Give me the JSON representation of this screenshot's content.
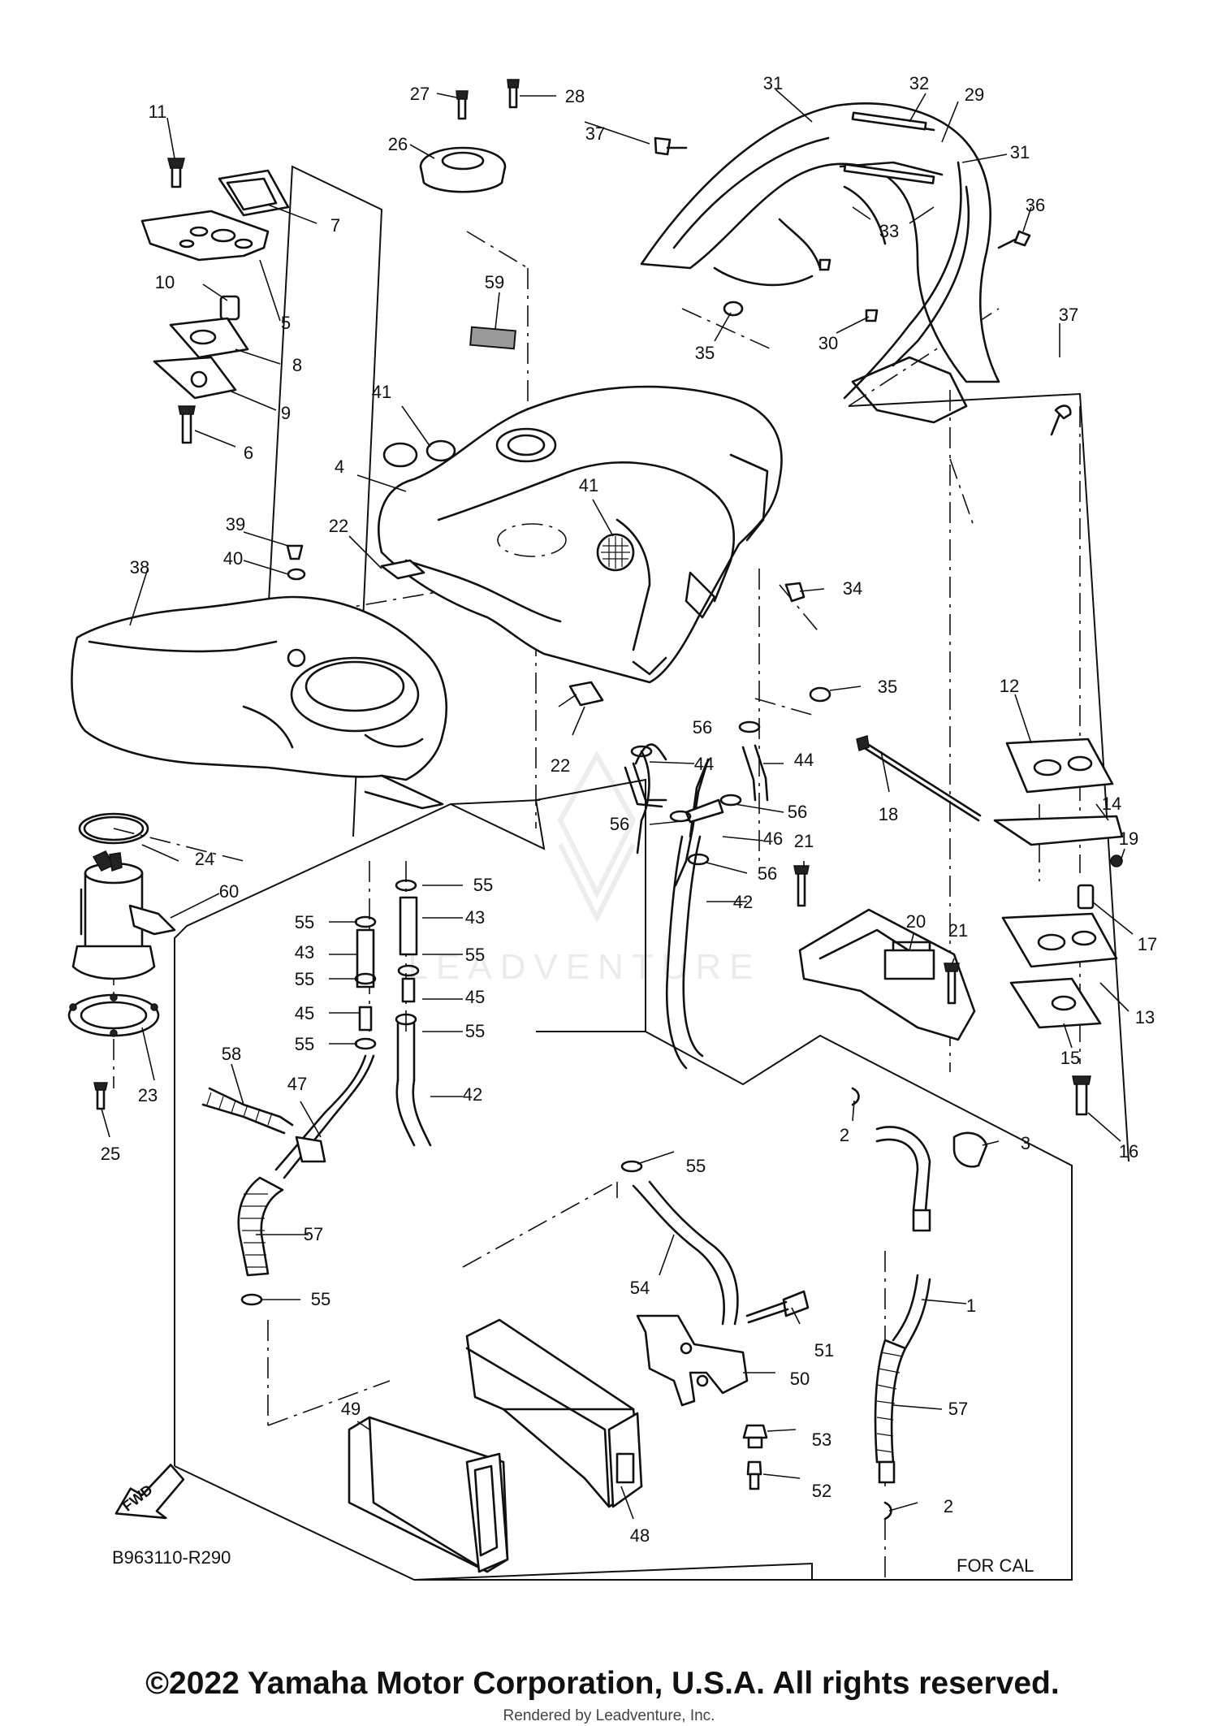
{
  "diagram": {
    "code": "B963110-R290",
    "variant_label": "FOR CAL",
    "direction_label": "FWD",
    "copyright": "©2022 Yamaha Motor Corporation, U.S.A. All rights reserved.",
    "rendered_by": "Rendered by Leadventure, Inc.",
    "watermark": "LEADVENTURE"
  },
  "callouts": [
    "1",
    "2",
    "3",
    "4",
    "5",
    "6",
    "7",
    "8",
    "9",
    "10",
    "11",
    "12",
    "13",
    "14",
    "15",
    "16",
    "17",
    "18",
    "19",
    "20",
    "21",
    "22",
    "23",
    "24",
    "25",
    "26",
    "27",
    "28",
    "29",
    "30",
    "31",
    "32",
    "33",
    "34",
    "35",
    "36",
    "37",
    "38",
    "39",
    "40",
    "41",
    "42",
    "43",
    "44",
    "45",
    "46",
    "47",
    "48",
    "49",
    "50",
    "51",
    "52",
    "53",
    "54",
    "55",
    "56",
    "57",
    "58",
    "59",
    "60"
  ],
  "colors": {
    "ink": "#111111",
    "paper": "#ffffff",
    "watermark": "#d9d9d9"
  }
}
